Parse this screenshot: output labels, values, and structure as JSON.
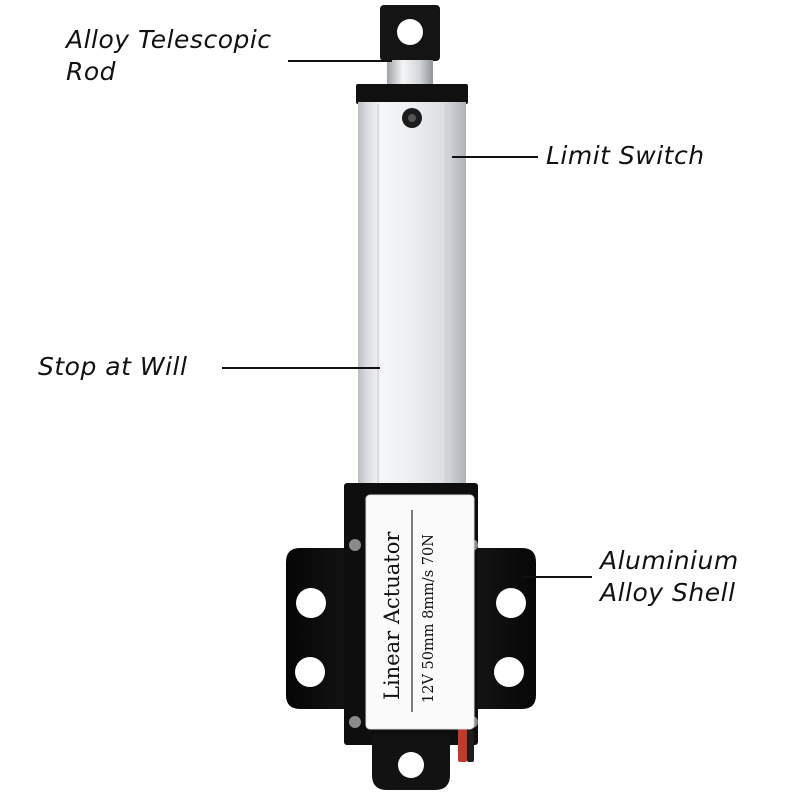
{
  "callouts": {
    "rod": {
      "line1": "Alloy Telescopic",
      "line2": "Rod"
    },
    "limit_switch": "Limit Switch",
    "stop": "Stop at Will",
    "shell": {
      "line1": "Aluminium",
      "line2": "Alloy Shell"
    }
  },
  "label_plate": {
    "title": "Linear Actuator",
    "specs": "12V 50mm 8mm/s 70N"
  },
  "colors": {
    "aluminium": "#e4e6e9",
    "black_body": "#111111",
    "background": "#ffffff",
    "text": "#111111"
  }
}
